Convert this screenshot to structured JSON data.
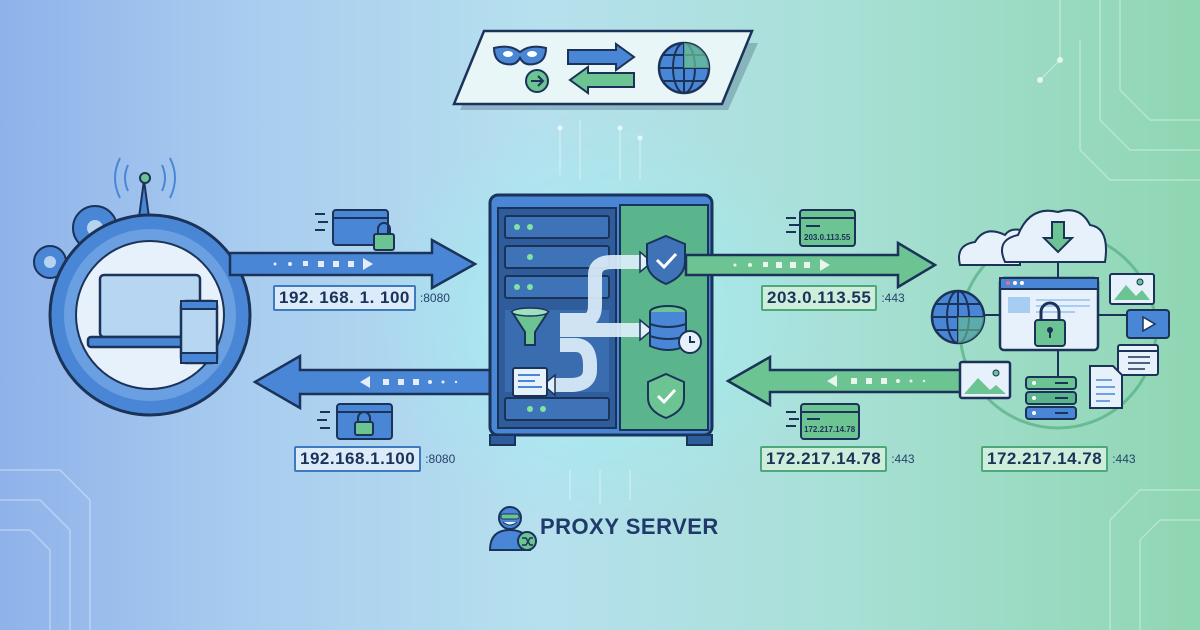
{
  "title": "PROXY SERVER",
  "banner": {
    "icons": [
      "mask-icon",
      "arrow-right-circle-icon",
      "arrow-right-icon",
      "arrow-left-icon",
      "globe-icon"
    ]
  },
  "client": {
    "icons": [
      "laptop-icon",
      "phone-icon",
      "antenna-icon",
      "gear-icon"
    ],
    "request_ip": "192. 168. 1. 100",
    "request_port": ":8080",
    "response_ip": "192.168.1.100",
    "response_port": ":8080"
  },
  "proxy": {
    "icons": [
      "funnel-icon",
      "shield-check-icon",
      "database-clock-icon",
      "log-document-icon"
    ],
    "outbound_ip": "203.0.113.55",
    "outbound_port": ":443",
    "outbound_packet_label": "203.0.113.55",
    "inbound_ip": "172.217.14.78",
    "inbound_port": ":443",
    "inbound_packet_label": "172.217.14.78"
  },
  "internet": {
    "icons": [
      "cloud-download-icon",
      "globe-icon",
      "browser-lock-icon",
      "image-icon",
      "video-icon",
      "list-icon",
      "document-icon",
      "server-stack-icon"
    ],
    "server_ip": "172.217.14.78",
    "server_port": ":443"
  },
  "colors": {
    "client_blue": "#4a86d6",
    "internet_green": "#6cc493",
    "outline": "#1b3358",
    "glow": "#7ff0ee"
  }
}
